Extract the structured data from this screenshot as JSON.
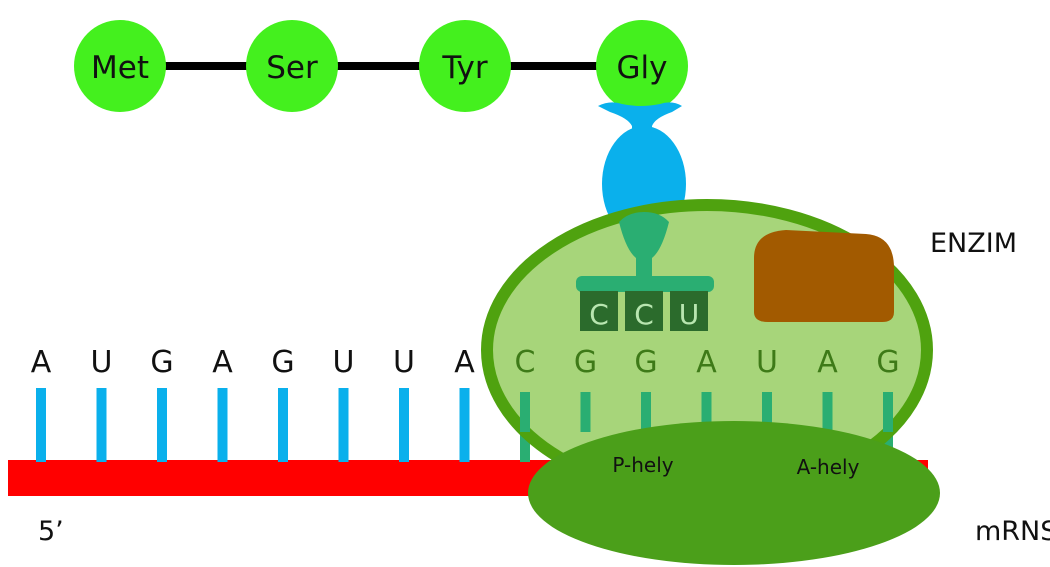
{
  "amino_acids": [
    "Met",
    "Ser",
    "Tyr",
    "Gly"
  ],
  "anticodon": [
    "C",
    "C",
    "U"
  ],
  "mrna_bases": [
    "A",
    "U",
    "G",
    "A",
    "G",
    "U",
    "U",
    "A",
    "C",
    "G",
    "G",
    "A",
    "U",
    "A",
    "G"
  ],
  "labels": {
    "enzyme": "ENZIM",
    "five_prime": "5’",
    "mrna": "mRNS",
    "p_site": "P-hely",
    "a_site": "A-hely"
  },
  "colors": {
    "amino_acid": "#44f01e",
    "peptide_bond": "#000000",
    "trna": "#0ab0ec",
    "trna_inside": "#2aae72",
    "mrna_backbone": "#ff0000",
    "base_outside": "#0ab0ec",
    "base_inside": "#2aae72",
    "ribosome_outline": "#4fa20f",
    "ribosome_fill": "#a7d57a",
    "small_subunit": "#4b9f1a",
    "enzyme_blob": "#a25a00",
    "anticodon_box": "#2b6b2c",
    "text_dark": "#111111",
    "text_inside": "#3e7a18",
    "anticodon_text": "#b8e6b0"
  }
}
